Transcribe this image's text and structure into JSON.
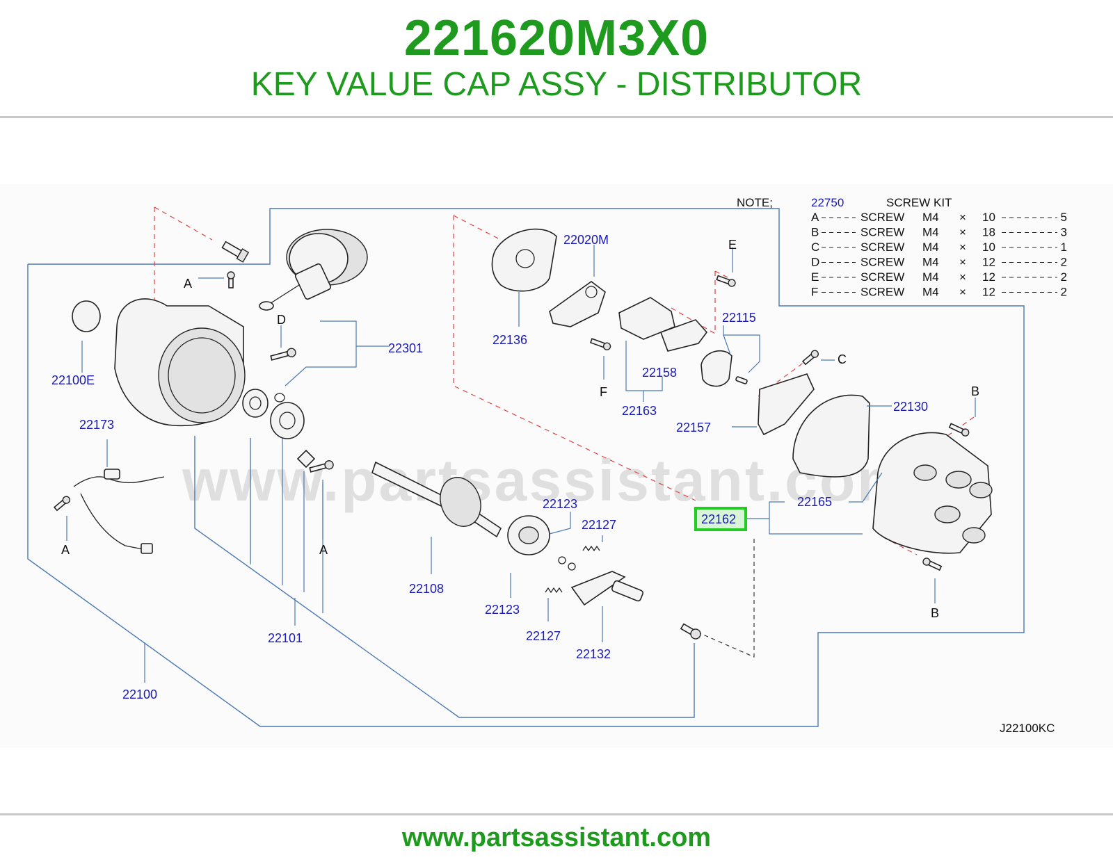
{
  "header": {
    "part_number": "221620M3X0",
    "title": "KEY VALUE CAP ASSY - DISTRIBUTOR"
  },
  "footer": {
    "url": "www.partsassistant.com"
  },
  "watermark": "www.partsassistant.com",
  "diagram_code": "J22100KC",
  "highlighted_part": "22162",
  "colors": {
    "brand_green": "#1e9a1e",
    "callout_blue": "#1a1ab4",
    "highlight_green": "#22cc22",
    "highlight_fill": "#d8f5d8"
  },
  "callouts": {
    "c22100E": "22100E",
    "c22173": "22173",
    "c22301": "22301",
    "c22136": "22136",
    "c22020M": "22020M",
    "c22158": "22158",
    "c22163": "22163",
    "c22115": "22115",
    "c22157": "22157",
    "c22130": "22130",
    "c22165": "22165",
    "c22162": "22162",
    "c22108": "22108",
    "c22123a": "22123",
    "c22123b": "22123",
    "c22127a": "22127",
    "c22127b": "22127",
    "c22132": "22132",
    "c22101": "22101",
    "c22100": "22100"
  },
  "letters": {
    "a1": "A",
    "a2": "A",
    "a3": "A",
    "b1": "B",
    "b2": "B",
    "c1": "C",
    "d1": "D",
    "e1": "E",
    "f1": "F"
  },
  "note": {
    "label": "NOTE;",
    "kit_number": "22750",
    "kit_name": "SCREW   KIT",
    "rows": [
      {
        "key": "A",
        "desc": "SCREW",
        "size": "M4",
        "x": "×",
        "len": "10",
        "qty": "5"
      },
      {
        "key": "B",
        "desc": "SCREW",
        "size": "M4",
        "x": "×",
        "len": "18",
        "qty": "3"
      },
      {
        "key": "C",
        "desc": "SCREW",
        "size": "M4",
        "x": "×",
        "len": "10",
        "qty": "1"
      },
      {
        "key": "D",
        "desc": "SCREW",
        "size": "M4",
        "x": "×",
        "len": "12",
        "qty": "2"
      },
      {
        "key": "E",
        "desc": "SCREW",
        "size": "M4",
        "x": "×",
        "len": "12",
        "qty": "2"
      },
      {
        "key": "F",
        "desc": "SCREW",
        "size": "M4",
        "x": "×",
        "len": "12",
        "qty": "2"
      }
    ]
  }
}
